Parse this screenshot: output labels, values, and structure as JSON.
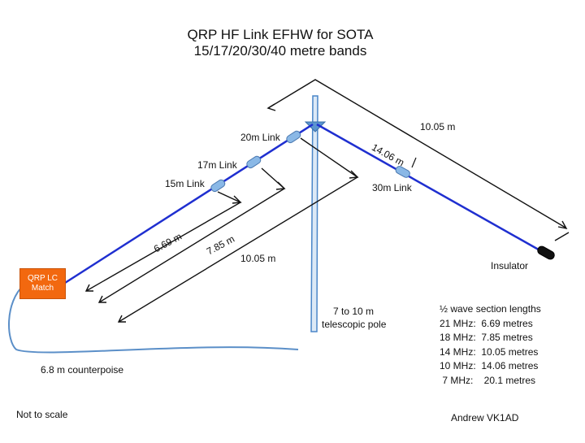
{
  "title": {
    "line1": "QRP HF Link EFHW for SOTA",
    "line2": "15/17/20/30/40 metre bands"
  },
  "labels": {
    "link_20m": "20m Link",
    "link_17m": "17m Link",
    "link_15m": "15m Link",
    "link_30m": "30m Link",
    "dim_left_669": "6.69 m",
    "dim_left_785": "7.85 m",
    "dim_left_1005": "10.05 m",
    "dim_right_1406": "14.06 m",
    "dim_right_1005": "10.05 m",
    "insulator": "Insulator",
    "pole_line1": "7 to 10 m",
    "pole_line2": "telescopic pole",
    "counterpoise": "6.8 m counterpoise",
    "not_to_scale": "Not to scale",
    "author": "Andrew VK1AD"
  },
  "matchbox": {
    "line1": "QRP LC",
    "line2": "Match",
    "color": "#f2680f"
  },
  "section_lengths": {
    "heading": "½ wave section lengths",
    "rows": [
      "21 MHz:  6.69 metres",
      "18 MHz:  7.85 metres",
      "14 MHz:  10.05 metres",
      "10 MHz:  14.06 metres",
      " 7 MHz:    20.1 metres"
    ]
  },
  "colors": {
    "wire": "#1f2fd0",
    "pole": "#4a86c8",
    "counterpoise": "#5b8fc8",
    "link": "#8ab8e6"
  }
}
